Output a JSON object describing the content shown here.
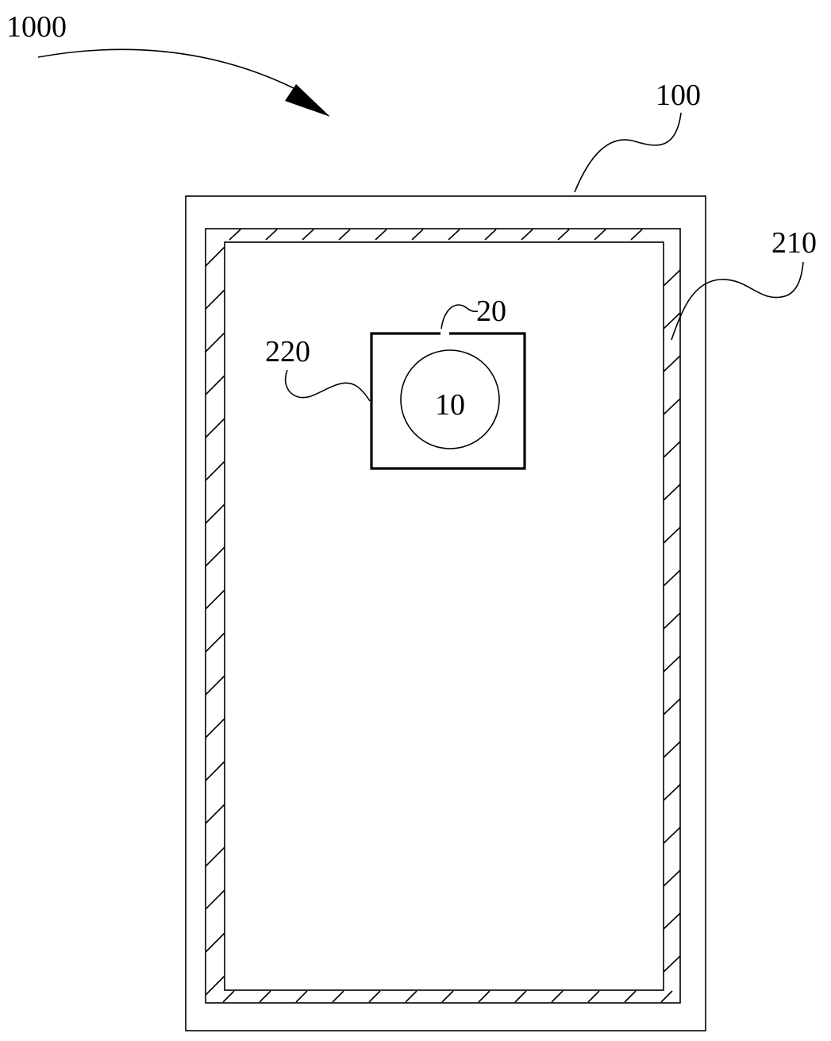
{
  "labels": {
    "assembly": "1000",
    "outer_frame": "100",
    "hatched_border": "210",
    "inner_frame": "220",
    "window_component": "20",
    "center_component": "10"
  },
  "colors": {
    "stroke": "#000000",
    "background": "#ffffff"
  }
}
